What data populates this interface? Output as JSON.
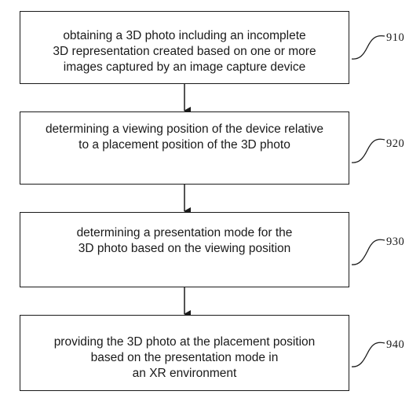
{
  "steps": [
    {
      "ref": "910",
      "text": "obtaining a 3D photo including an incomplete\n3D representation created based on one or more\nimages captured by an image capture device"
    },
    {
      "ref": "920",
      "text": "determining a viewing position of the device relative\nto a placement position of the 3D photo"
    },
    {
      "ref": "930",
      "text": "determining a presentation mode for the\n3D photo based on the viewing position"
    },
    {
      "ref": "940",
      "text": "providing the 3D photo at the placement position\nbased on the presentation mode in\nan XR environment"
    }
  ],
  "colors": {
    "stroke": "#1a1a1a",
    "background": "#ffffff"
  }
}
